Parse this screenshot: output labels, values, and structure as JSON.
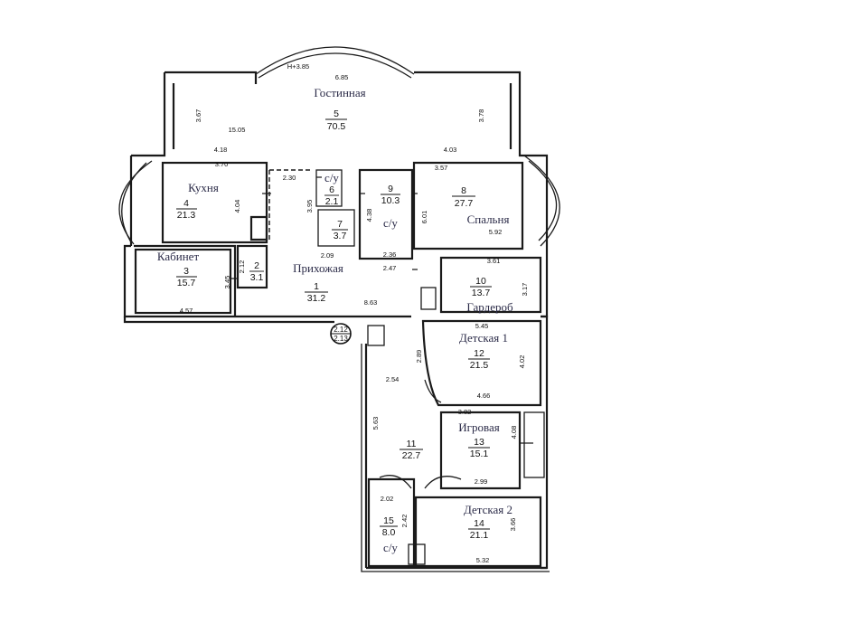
{
  "height_mark": "H+3.85",
  "rooms": [
    {
      "name": "Гостинная",
      "num": "5",
      "area": "70.5"
    },
    {
      "name": "Кухня",
      "num": "4",
      "area": "21.3"
    },
    {
      "name": "с/у",
      "num": "6",
      "area": "2.1"
    },
    {
      "name": "",
      "num": "7",
      "area": "3.7"
    },
    {
      "name": "с/у",
      "num": "9",
      "area": "10.3"
    },
    {
      "name": "Спальня",
      "num": "8",
      "area": "27.7"
    },
    {
      "name": "Кабинет",
      "num": "3",
      "area": "15.7"
    },
    {
      "name": "",
      "num": "2",
      "area": "3.1"
    },
    {
      "name": "Прихожая",
      "num": "1",
      "area": "31.2"
    },
    {
      "name": "Гардероб",
      "num": "10",
      "area": "13.7"
    },
    {
      "name": "Детская 1",
      "num": "12",
      "area": "21.5"
    },
    {
      "name": "",
      "num": "11",
      "area": "22.7"
    },
    {
      "name": "Игровая",
      "num": "13",
      "area": "15.1"
    },
    {
      "name": "Детская 2",
      "num": "14",
      "area": "21.1"
    },
    {
      "name": "с/у",
      "num": "15",
      "area": "8.0"
    }
  ],
  "dimensions": [
    "6.85",
    "3.67",
    "15.05",
    "3.78",
    "4.18",
    "4.03",
    "3.70",
    "3.57",
    "2.30",
    "4.04",
    "3.95",
    "4.38",
    "6.01",
    "5.92",
    "2.09",
    "2.36",
    "2.47",
    "2.12",
    "3.45",
    "3.61",
    "3.17",
    "4.57",
    "8.63",
    "5.45",
    "2.89",
    "4.02",
    "2.54",
    "4.66",
    "3.82",
    "5.63",
    "4.08",
    "2.99",
    "2.02",
    "2.42",
    "3.66",
    "5.32"
  ],
  "callout": {
    "top": "2.12",
    "bottom": "2.13"
  }
}
